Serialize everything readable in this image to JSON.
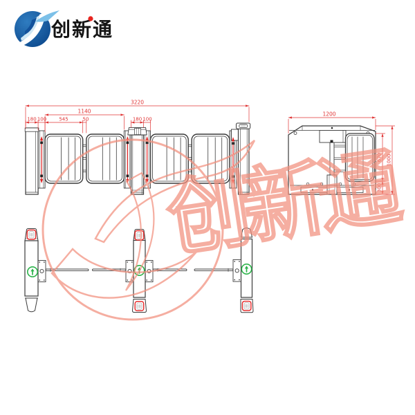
{
  "brand": {
    "name": "创新通",
    "logo_icon": "swoosh-globe-icon",
    "ball_color": "#12529c",
    "swoosh_light_color": "#7cc0e8",
    "accent_dot_color": "#e8251f",
    "text_color": "#151515"
  },
  "watermark": {
    "text": "创新通",
    "color": "#f2907e"
  },
  "drawing": {
    "line_color": "#3a3a3a",
    "dim_color": "#e03535",
    "front_view": {
      "dim_total_width": "3220",
      "dim_passage_width": "1140",
      "dim_left_cabinet": "180",
      "dim_left_hinge": "100",
      "dim_wing": "545",
      "dim_gap": "50",
      "dim_mid_cabinet": "180",
      "dim_mid_hinge": "100"
    },
    "side_view": {
      "dim_depth": "1200",
      "dim_wing_height": "670",
      "dim_base_height": "300",
      "dim_total_height": "1000"
    },
    "plan_view": {
      "indicator_icon": "green-up-arrow",
      "indicator_color": "#2cb34a",
      "reader_icon": "card-reader-window",
      "reader_frame_color": "#e63131"
    }
  }
}
